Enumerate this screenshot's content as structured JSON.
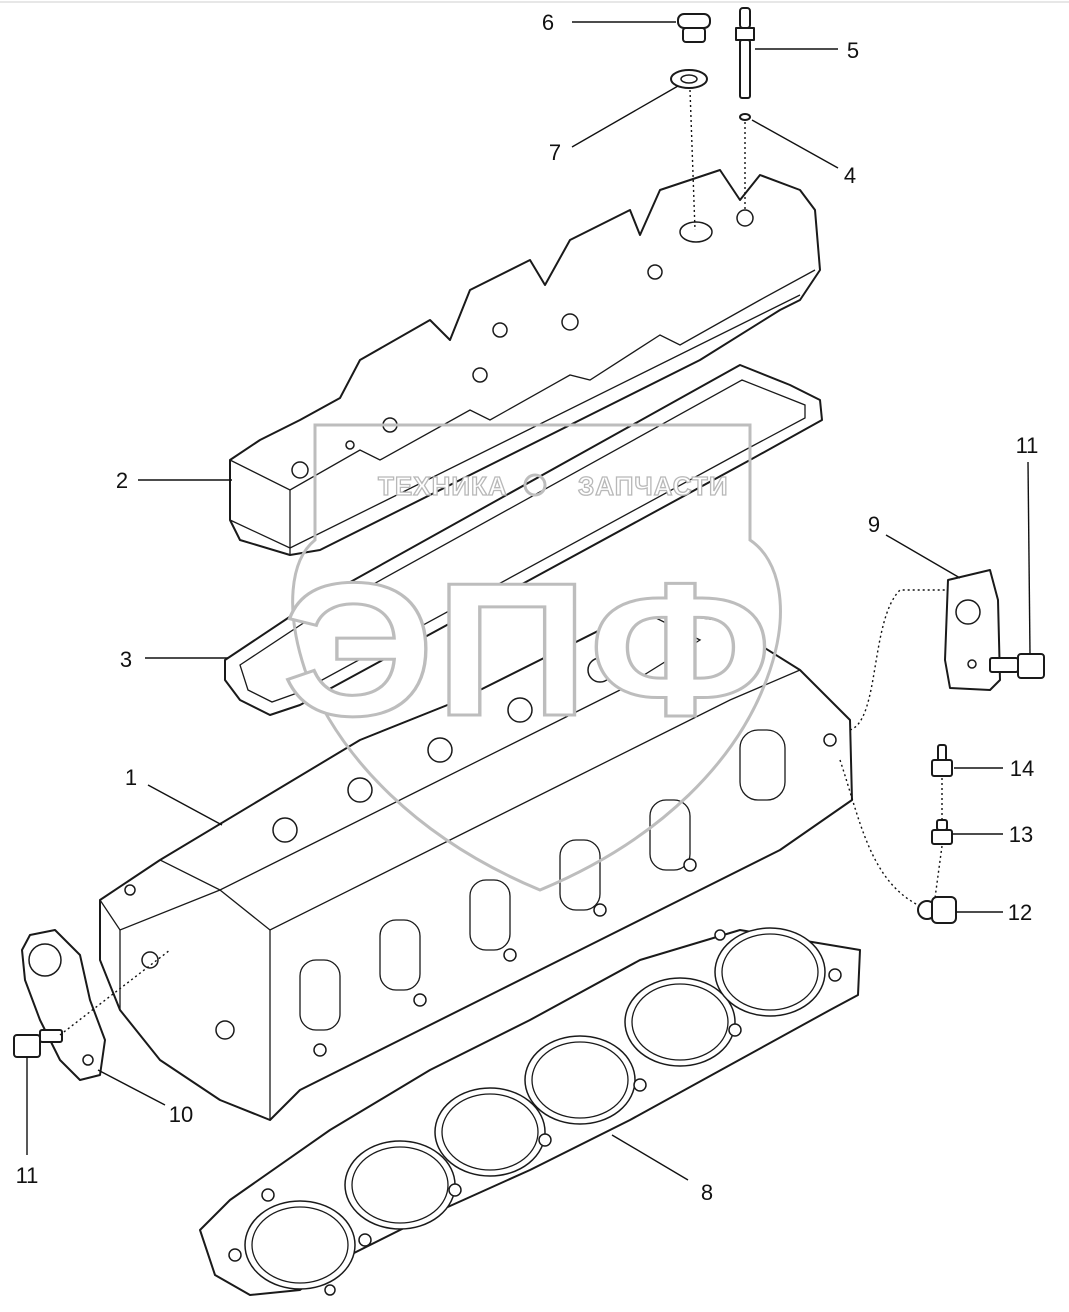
{
  "diagram": {
    "callouts": [
      {
        "id": "c6",
        "label": "6"
      },
      {
        "id": "c5",
        "label": "5"
      },
      {
        "id": "c7",
        "label": "7"
      },
      {
        "id": "c4",
        "label": "4"
      },
      {
        "id": "c2",
        "label": "2"
      },
      {
        "id": "c11a",
        "label": "11"
      },
      {
        "id": "c9",
        "label": "9"
      },
      {
        "id": "c3",
        "label": "3"
      },
      {
        "id": "c1",
        "label": "1"
      },
      {
        "id": "c14",
        "label": "14"
      },
      {
        "id": "c13",
        "label": "13"
      },
      {
        "id": "c12",
        "label": "12"
      },
      {
        "id": "c10",
        "label": "10"
      },
      {
        "id": "c11b",
        "label": "11"
      },
      {
        "id": "c8",
        "label": "8"
      }
    ]
  },
  "watermark": {
    "brand_left": "ТЕХНИКА",
    "brand_right": "ЗАПЧАСТИ",
    "logo_letters": "ЭПФ"
  }
}
